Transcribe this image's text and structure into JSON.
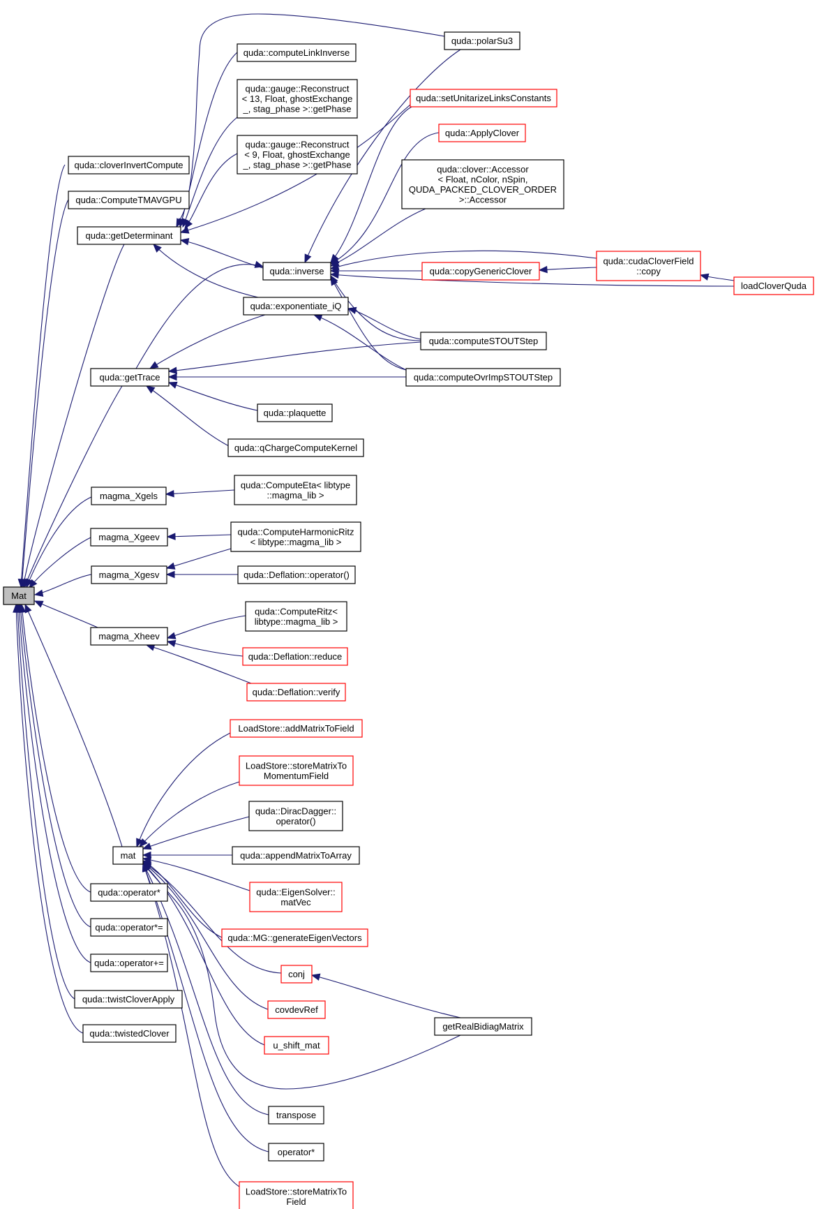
{
  "diagram": {
    "nodes": [
      {
        "id": "mat_root",
        "lines": [
          "Mat"
        ],
        "border": "root"
      },
      {
        "id": "polarSu3",
        "lines": [
          "quda::polarSu3"
        ],
        "border": "black"
      },
      {
        "id": "computeLinkInverse",
        "lines": [
          "quda::computeLinkInverse"
        ],
        "border": "black"
      },
      {
        "id": "reconstruct13",
        "lines": [
          "quda::gauge::Reconstruct",
          "< 13, Float, ghostExchange",
          "_, stag_phase >::getPhase"
        ],
        "border": "black"
      },
      {
        "id": "reconstruct9",
        "lines": [
          "quda::gauge::Reconstruct",
          "< 9, Float, ghostExchange",
          "_, stag_phase >::getPhase"
        ],
        "border": "black"
      },
      {
        "id": "setUnitarize",
        "lines": [
          "quda::setUnitarizeLinksConstants"
        ],
        "border": "red"
      },
      {
        "id": "applyClover",
        "lines": [
          "quda::ApplyClover"
        ],
        "border": "red"
      },
      {
        "id": "cloverAccessor",
        "lines": [
          "quda::clover::Accessor",
          "< Float, nColor, nSpin,",
          " QUDA_PACKED_CLOVER_ORDER",
          " >::Accessor"
        ],
        "border": "black"
      },
      {
        "id": "cloverInvert",
        "lines": [
          "quda::cloverInvertCompute"
        ],
        "border": "black"
      },
      {
        "id": "computeTMAV",
        "lines": [
          "quda::ComputeTMAVGPU"
        ],
        "border": "black"
      },
      {
        "id": "getDeterminant",
        "lines": [
          "quda::getDeterminant"
        ],
        "border": "black"
      },
      {
        "id": "inverse",
        "lines": [
          "quda::inverse"
        ],
        "border": "black"
      },
      {
        "id": "copyGenericClover",
        "lines": [
          "quda::copyGenericClover"
        ],
        "border": "red"
      },
      {
        "id": "cudaCloverCopy",
        "lines": [
          "quda::cudaCloverField",
          "::copy"
        ],
        "border": "red"
      },
      {
        "id": "loadCloverQuda",
        "lines": [
          "loadCloverQuda"
        ],
        "border": "red"
      },
      {
        "id": "exponentiate",
        "lines": [
          "quda::exponentiate_iQ"
        ],
        "border": "black"
      },
      {
        "id": "computeSTOUT",
        "lines": [
          "quda::computeSTOUTStep"
        ],
        "border": "black"
      },
      {
        "id": "getTrace",
        "lines": [
          "quda::getTrace"
        ],
        "border": "black"
      },
      {
        "id": "computeOvrImp",
        "lines": [
          "quda::computeOvrImpSTOUTStep"
        ],
        "border": "black"
      },
      {
        "id": "plaquette",
        "lines": [
          "quda::plaquette"
        ],
        "border": "black"
      },
      {
        "id": "qCharge",
        "lines": [
          "quda::qChargeComputeKernel"
        ],
        "border": "black"
      },
      {
        "id": "xgels",
        "lines": [
          "magma_Xgels"
        ],
        "border": "black"
      },
      {
        "id": "computeEta",
        "lines": [
          "quda::ComputeEta< libtype",
          "::magma_lib >"
        ],
        "border": "black"
      },
      {
        "id": "xgeev",
        "lines": [
          "magma_Xgeev"
        ],
        "border": "black"
      },
      {
        "id": "computeHarmonic",
        "lines": [
          "quda::ComputeHarmonicRitz",
          "< libtype::magma_lib >"
        ],
        "border": "black"
      },
      {
        "id": "xgesv",
        "lines": [
          "magma_Xgesv"
        ],
        "border": "black"
      },
      {
        "id": "deflationOp",
        "lines": [
          "quda::Deflation::operator()"
        ],
        "border": "black"
      },
      {
        "id": "computeRitz",
        "lines": [
          "quda::ComputeRitz<",
          "libtype::magma_lib >"
        ],
        "border": "black"
      },
      {
        "id": "xheev",
        "lines": [
          "magma_Xheev"
        ],
        "border": "black"
      },
      {
        "id": "deflationReduce",
        "lines": [
          "quda::Deflation::reduce"
        ],
        "border": "red"
      },
      {
        "id": "deflationVerify",
        "lines": [
          "quda::Deflation::verify"
        ],
        "border": "red"
      },
      {
        "id": "addMatrix",
        "lines": [
          "LoadStore::addMatrixToField"
        ],
        "border": "red"
      },
      {
        "id": "storeMomentum",
        "lines": [
          "LoadStore::storeMatrixTo",
          "MomentumField"
        ],
        "border": "red"
      },
      {
        "id": "diracDagger",
        "lines": [
          "quda::DiracDagger::",
          "operator()"
        ],
        "border": "black"
      },
      {
        "id": "matLower",
        "lines": [
          "mat"
        ],
        "border": "black"
      },
      {
        "id": "appendMatrix",
        "lines": [
          "quda::appendMatrixToArray"
        ],
        "border": "black"
      },
      {
        "id": "eigenMatVec",
        "lines": [
          "quda::EigenSolver::",
          "matVec"
        ],
        "border": "red"
      },
      {
        "id": "mgGenerate",
        "lines": [
          "quda::MG::generateEigenVectors"
        ],
        "border": "red"
      },
      {
        "id": "conj",
        "lines": [
          "conj"
        ],
        "border": "red"
      },
      {
        "id": "opStar",
        "lines": [
          "quda::operator*"
        ],
        "border": "black"
      },
      {
        "id": "opStarEq",
        "lines": [
          "quda::operator*="
        ],
        "border": "black"
      },
      {
        "id": "opPlusEq",
        "lines": [
          "quda::operator+="
        ],
        "border": "black"
      },
      {
        "id": "twistCloverApply",
        "lines": [
          "quda::twistCloverApply"
        ],
        "border": "black"
      },
      {
        "id": "twistedClover",
        "lines": [
          "quda::twistedClover"
        ],
        "border": "black"
      },
      {
        "id": "covdevRef",
        "lines": [
          "covdevRef"
        ],
        "border": "red"
      },
      {
        "id": "getRealBidiag",
        "lines": [
          "getRealBidiagMatrix"
        ],
        "border": "black"
      },
      {
        "id": "uShiftMat",
        "lines": [
          "u_shift_mat"
        ],
        "border": "red"
      },
      {
        "id": "transpose",
        "lines": [
          "transpose"
        ],
        "border": "black"
      },
      {
        "id": "operatorStar",
        "lines": [
          "operator*"
        ],
        "border": "black"
      },
      {
        "id": "storeField",
        "lines": [
          "LoadStore::storeMatrixTo",
          "Field"
        ],
        "border": "red"
      }
    ]
  }
}
